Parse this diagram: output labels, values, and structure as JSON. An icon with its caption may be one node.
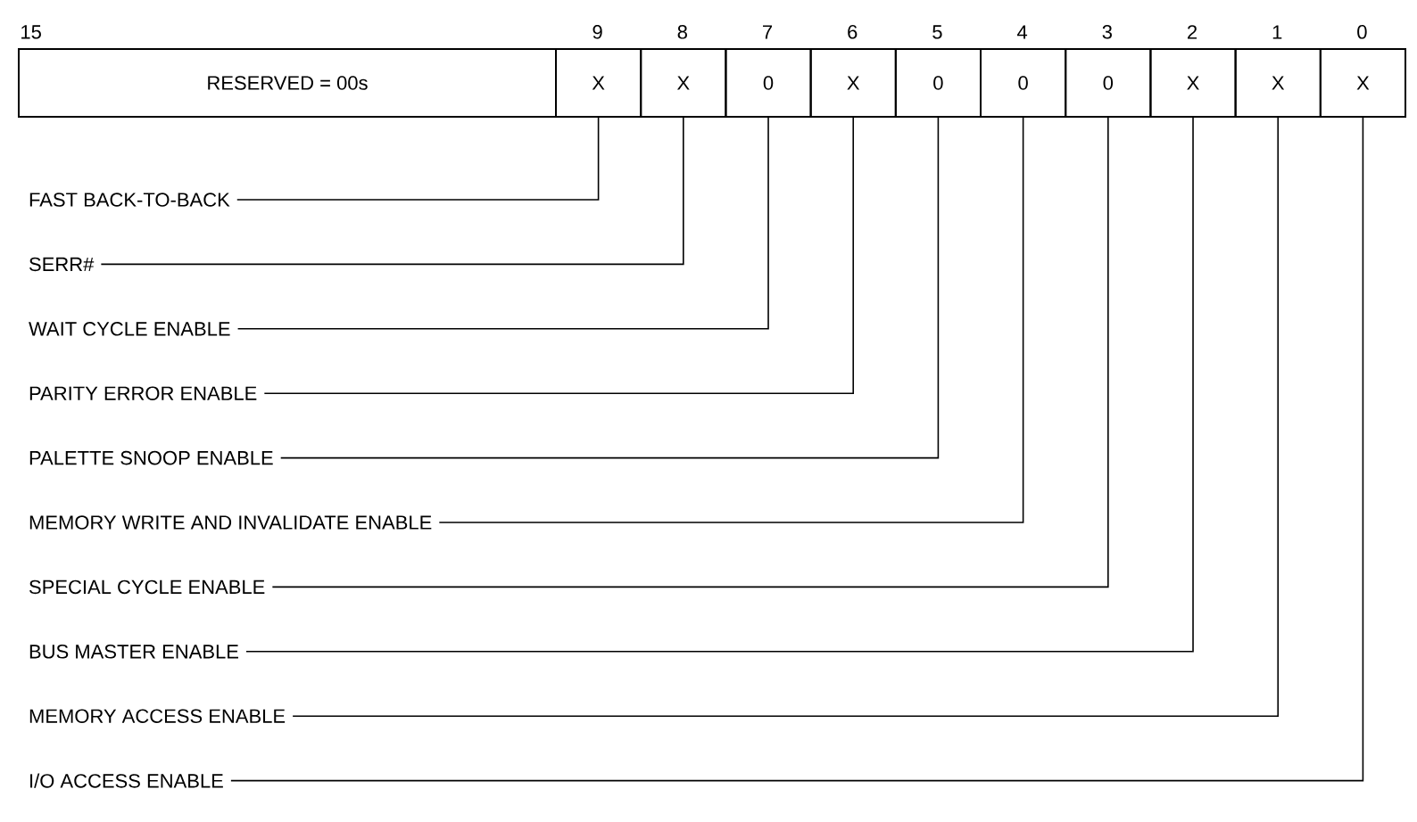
{
  "diagram": {
    "nodes": [
      {
        "text": [
          "RESERVED = 00s"
        ],
        "beside": [
          "15"
        ]
      },
      {
        "text": [
          "X"
        ],
        "beside": [
          "9"
        ]
      },
      {
        "text": [
          "X"
        ],
        "beside": [
          "8"
        ]
      },
      {
        "text": [
          "0"
        ],
        "beside": [
          "7"
        ]
      },
      {
        "text": [
          "X"
        ],
        "beside": [
          "6"
        ]
      },
      {
        "text": [
          "0"
        ],
        "beside": [
          "5"
        ]
      },
      {
        "text": [
          "0"
        ],
        "beside": [
          "4"
        ]
      },
      {
        "text": [
          "0"
        ],
        "beside": [
          "3"
        ]
      },
      {
        "text": [
          "X"
        ],
        "beside": [
          "2"
        ]
      },
      {
        "text": [
          "X"
        ],
        "beside": [
          "1"
        ]
      },
      {
        "text": [
          "X"
        ],
        "beside": [
          "0"
        ]
      },
      {
        "text": [
          "FAST BACK-TO-BACK"
        ]
      },
      {
        "text": [
          "SERR#"
        ]
      },
      {
        "text": [
          "WAIT CYCLE ENABLE"
        ]
      },
      {
        "text": [
          "PARITY ERROR ENABLE"
        ]
      },
      {
        "text": [
          "PALETTE SNOOP ENABLE"
        ]
      },
      {
        "text": [
          "MEMORY WRITE AND INVALIDATE ENABLE"
        ]
      },
      {
        "text": [
          "SPECIAL CYCLE ENABLE"
        ]
      },
      {
        "text": [
          "BUS MASTER ENABLE"
        ]
      },
      {
        "text": [
          "MEMORY ACCESS ENABLE"
        ]
      },
      {
        "text": [
          "I/O ACCESS ENABLE"
        ]
      }
    ],
    "edges": [
      {
        "from": 11,
        "to": 1,
        "arrow": "none"
      },
      {
        "from": 12,
        "to": 2,
        "arrow": "none"
      },
      {
        "from": 13,
        "to": 3,
        "arrow": "none"
      },
      {
        "from": 14,
        "to": 4,
        "arrow": "none"
      },
      {
        "from": 15,
        "to": 5,
        "arrow": "none"
      },
      {
        "from": 16,
        "to": 6,
        "arrow": "none"
      },
      {
        "from": 17,
        "to": 7,
        "arrow": "none"
      },
      {
        "from": 18,
        "to": 8,
        "arrow": "none"
      },
      {
        "from": 19,
        "to": 9,
        "arrow": "none"
      },
      {
        "from": 20,
        "to": 10,
        "arrow": "none"
      }
    ]
  }
}
